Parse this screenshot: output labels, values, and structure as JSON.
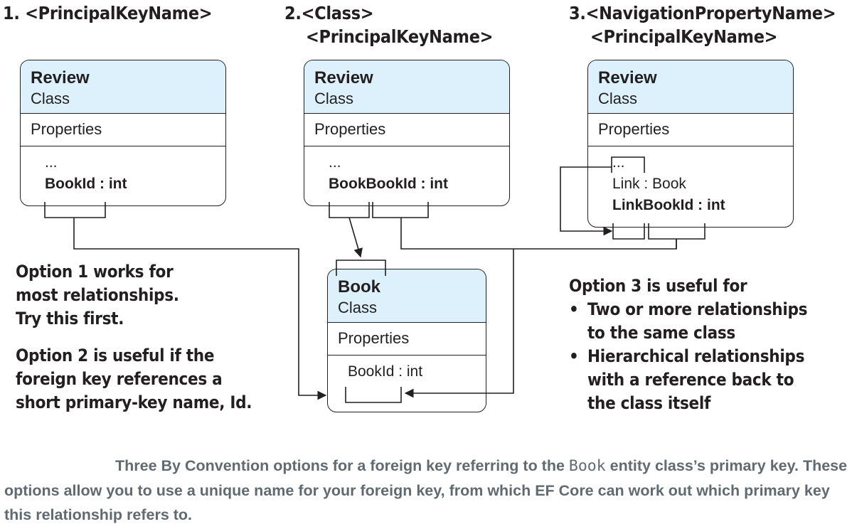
{
  "headings": {
    "h1": {
      "line1": "1. <PrincipalKeyName>"
    },
    "h2": {
      "line1": "2.<Class>",
      "line2": "<PrincipalKeyName>"
    },
    "h3": {
      "line1": "3.<NavigationPropertyName>",
      "line2": "<PrincipalKeyName>"
    }
  },
  "classes": {
    "review1": {
      "name": "Review",
      "kind": "Class",
      "props": "Properties",
      "members": [
        "...",
        "BookId : int"
      ]
    },
    "review2": {
      "name": "Review",
      "kind": "Class",
      "props": "Properties",
      "members": [
        "...",
        "BookBookId : int"
      ]
    },
    "review3": {
      "name": "Review",
      "kind": "Class",
      "props": "Properties",
      "members": [
        "...",
        "Link : Book",
        "LinkBookId : int"
      ]
    },
    "book": {
      "name": "Book",
      "kind": "Class",
      "props": "Properties",
      "members": [
        "BookId : int"
      ]
    }
  },
  "notes": {
    "opt1": [
      "Option 1 works for",
      "most relationships.",
      "Try this first."
    ],
    "opt2": [
      "Option 2 is useful if the",
      "foreign key references a",
      "short primary-key name, Id."
    ],
    "opt3": {
      "title": "Option 3 is useful for",
      "bullets": [
        {
          "line1": "Two or more relationships",
          "line2": "to the same class"
        },
        {
          "line1": "Hierarchical relationships",
          "line2": "with a reference back to",
          "line3": "the class itself"
        }
      ]
    }
  },
  "caption": {
    "part1": "Three By Convention options for a foreign key referring to the ",
    "code": "Book",
    "part2": " entity class’s primary key. These options allow you to use a unique name for your foreign key, from which EF Core can work out which primary key this relationship refers to."
  },
  "colors": {
    "class_header": "#dcf1fb",
    "line": "#231f20",
    "caption": "#606a70"
  }
}
